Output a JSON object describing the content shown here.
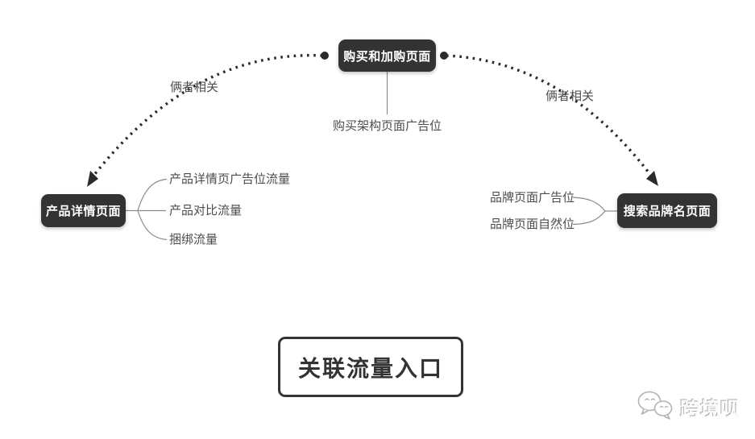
{
  "diagram": {
    "top_node": {
      "label": "购买和加购页面",
      "child_label": "购买架构页面广告位"
    },
    "left_edge_label": "俩者相关",
    "right_edge_label": "俩者相关",
    "left_node": {
      "label": "产品详情页面",
      "children": [
        "产品详情页广告位流量",
        "产品对比流量",
        "捆绑流量"
      ]
    },
    "right_node": {
      "label": "搜索品牌名页面",
      "children": [
        "品牌页面广告位",
        "品牌页面自然位"
      ]
    },
    "bottom_box_label": "关联流量入口",
    "colors": {
      "node_bg": "#333333",
      "node_text": "#ffffff",
      "branch_line": "#8a8a8a",
      "dotted_line": "#2b2b2b",
      "label_text": "#4c4c4c",
      "outline_box_border": "#333333"
    }
  },
  "watermark": {
    "text": "跨境呗",
    "icon": "wechat-logo-icon"
  }
}
